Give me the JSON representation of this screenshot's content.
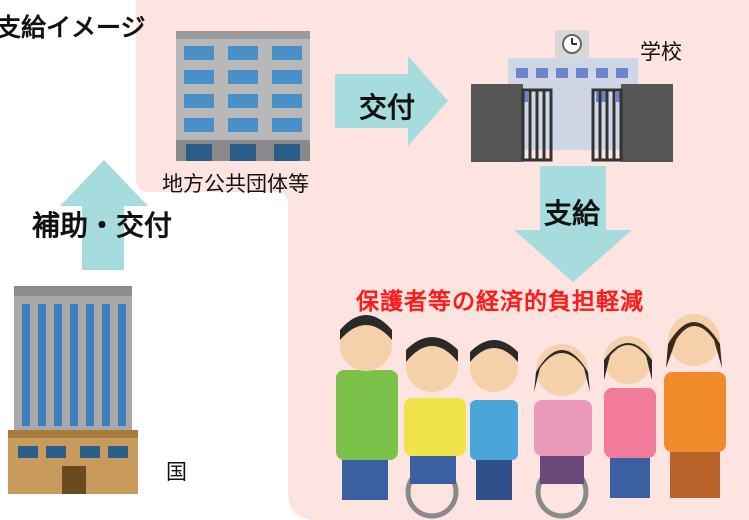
{
  "title": "支給イメージ",
  "labels": {
    "local_gov": "地方公共団体等",
    "school": "学校",
    "country": "国",
    "burden": "保護者等の経済的負担軽減"
  },
  "arrows": {
    "kofu": "交付",
    "hojo_kofu": "補助・交付",
    "shikyu": "支給"
  },
  "colors": {
    "background_panel": "#fde4e0",
    "arrow": "#a6dcde",
    "burden_text": "#ff1a1a"
  }
}
